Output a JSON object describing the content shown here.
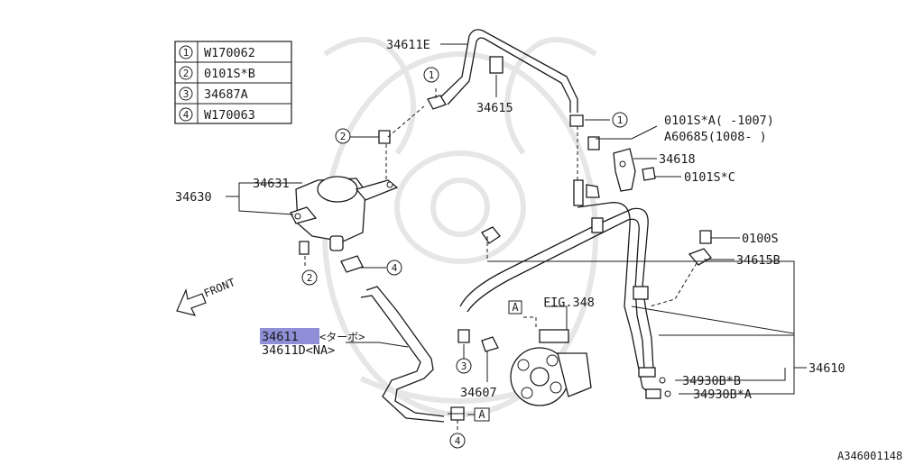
{
  "legend": {
    "rows": [
      {
        "num": "1",
        "code": "W170062"
      },
      {
        "num": "2",
        "code": "0101S*B"
      },
      {
        "num": "3",
        "code": "34687A"
      },
      {
        "num": "4",
        "code": "W170063"
      }
    ]
  },
  "labels": {
    "p34611E": "34611E",
    "p34615": "34615",
    "p34630": "34630",
    "p34631": "34631",
    "p0101SA": "0101S*A( -1007)",
    "pA60685": "A60685(1008- )",
    "p34618": "34618",
    "p0101SC": "0101S*C",
    "p0100S": "0100S",
    "p34615B": "34615B",
    "fig": "FIG.348",
    "p34611": "34611",
    "p34611_note": "<ターボ>",
    "p34611D": "34611D<NA>",
    "p34607": "34607",
    "p34610": "34610",
    "p34930BB": "34930B*B",
    "p34930BA": "34930B*A",
    "front": "FRONT",
    "ref_a1": "A",
    "ref_a2": "A",
    "diagram_id": "A346001148"
  },
  "callouts": {
    "c1a": "1",
    "c1b": "1",
    "c2a": "2",
    "c2b": "2",
    "c3": "3",
    "c4a": "4",
    "c4b": "4"
  },
  "colors": {
    "highlight": "#8f8fd8",
    "ink": "#1a1a1a",
    "watermark": "#e6e6e6"
  }
}
